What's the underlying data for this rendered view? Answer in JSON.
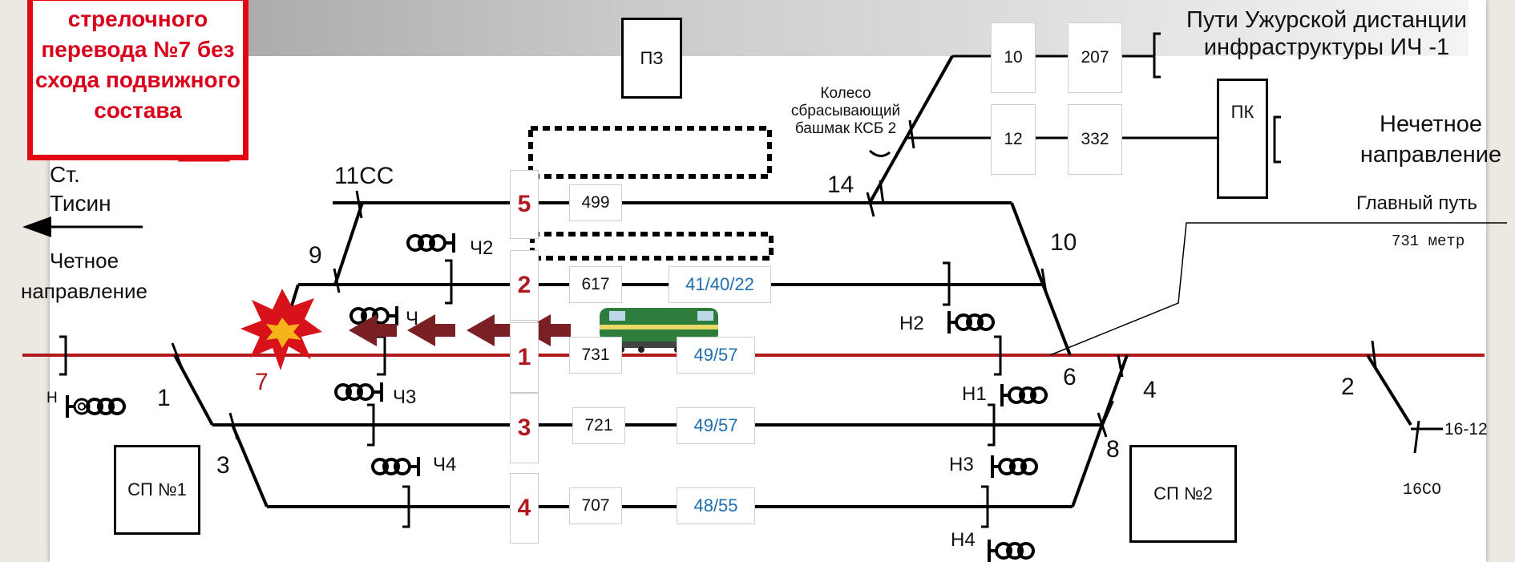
{
  "title_right": "Пути Ужурской дистанции инфраструктуры ИЧ -1",
  "callout": "стрелочного перевода №7 без схода подвижного состава",
  "station": "Ст. Тисин",
  "even_direction": "Четное направление",
  "odd_direction": "Нечетное направление",
  "main_track_caption": "Главный путь",
  "main_track_length": "731 метр",
  "wheel_shoe": "Колесо сбрасывающий башмак КСБ 2",
  "buildings": {
    "pz": "ПЗ",
    "pk": "ПК",
    "sp1": "СП №1",
    "sp2": "СП №2"
  },
  "tracks": [
    {
      "num": "5",
      "length": "499",
      "stat": ""
    },
    {
      "num": "2",
      "length": "617",
      "stat": "41/40/22"
    },
    {
      "num": "1",
      "length": "731",
      "stat": "49/57"
    },
    {
      "num": "3",
      "length": "721",
      "stat": "49/57"
    },
    {
      "num": "4",
      "length": "707",
      "stat": "48/55"
    }
  ],
  "ich_tracks": [
    {
      "a": "10",
      "b": "207"
    },
    {
      "a": "12",
      "b": "332"
    }
  ],
  "switch_numbers": [
    "11СС",
    "9",
    "7",
    "1",
    "3",
    "14",
    "10",
    "6",
    "4",
    "8",
    "2",
    "16СО",
    "16-12"
  ],
  "signals": [
    "Ч2",
    "Ч",
    "Ч3",
    "Ч4",
    "Н",
    "Н1",
    "Н2",
    "Н3",
    "Н4"
  ],
  "colors": {
    "main_track": "#b0181d",
    "accent_red": "#e30613",
    "arrow": "#7a1f23",
    "stat_blue": "#1f6fae"
  }
}
